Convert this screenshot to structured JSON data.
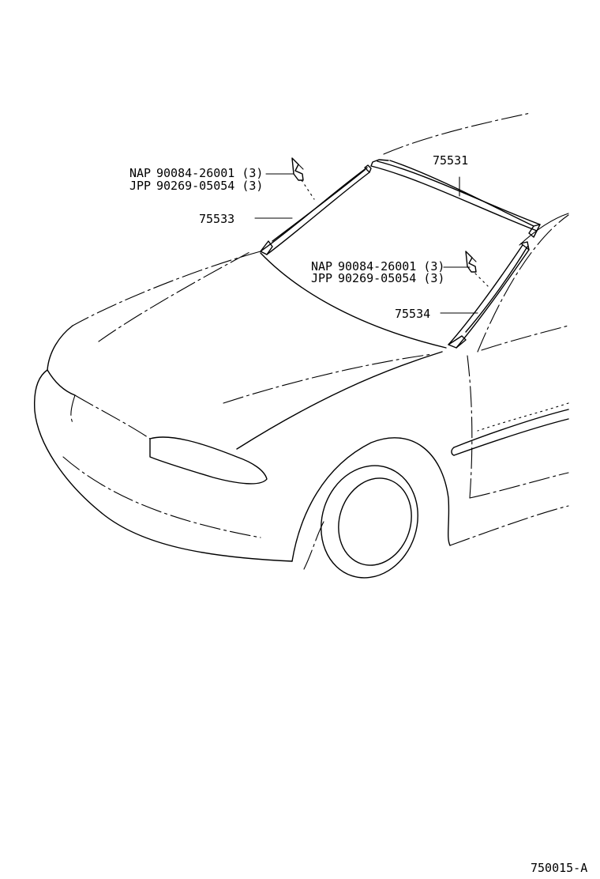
{
  "callouts": {
    "left_clip": {
      "line1_prefix": "NAP",
      "line1_part": "90084-26001 (3)",
      "line2_prefix": "JPP",
      "line2_part": "90269-05054 (3)"
    },
    "right_clip": {
      "line1_prefix": "NAP",
      "line1_part": "90084-26001 (3)",
      "line2_prefix": "JPP",
      "line2_part": "90269-05054 (3)"
    }
  },
  "parts": {
    "roof_molding": "75531",
    "left_pillar_molding": "75533",
    "right_pillar_molding": "75534"
  },
  "figure_id": "750015-A",
  "colors": {
    "line": "#000000",
    "background": "#ffffff"
  }
}
